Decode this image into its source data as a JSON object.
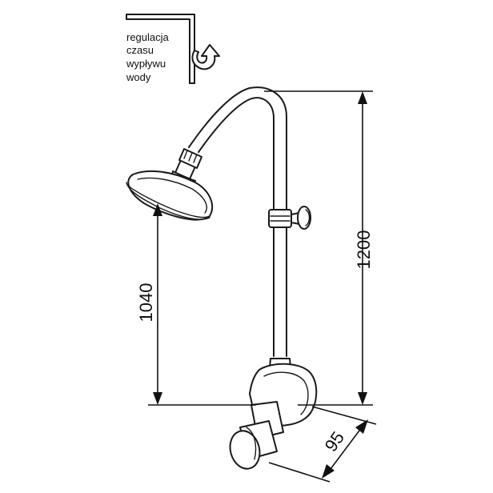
{
  "caption": {
    "line1": "regulacja",
    "line2": "czasu",
    "line3": "wypływu",
    "line4": "wody"
  },
  "dimensions": {
    "total_height": "1200",
    "head_height": "1040",
    "depth": "95"
  },
  "icons": {
    "hex_key": "hex-key-icon",
    "rotate": "rotate-arrow-icon"
  }
}
